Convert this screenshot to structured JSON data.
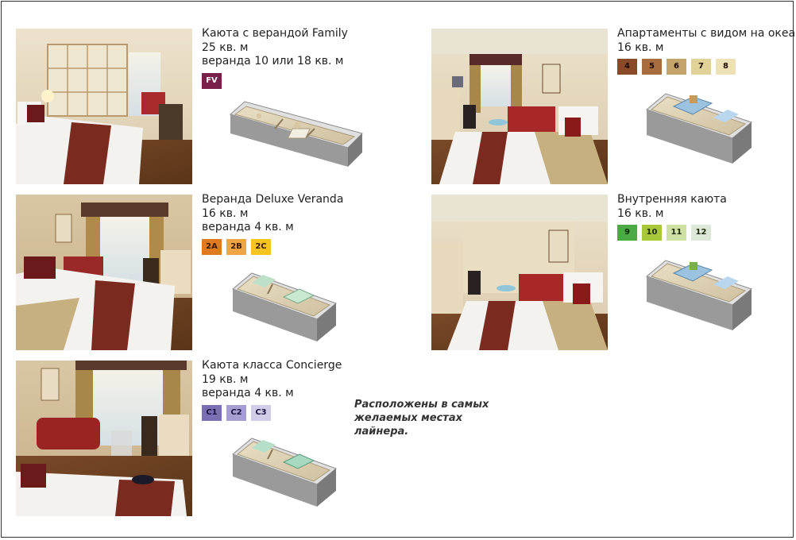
{
  "cabins": [
    {
      "id": "family",
      "title": "Каюта с верандой Family",
      "area": "25 кв. м",
      "veranda": "веранда 10 или 18 кв. м",
      "categories": [
        {
          "code": "FV",
          "bg": "#7a1f4a",
          "fg": "#ffffff"
        }
      ]
    },
    {
      "id": "deluxe",
      "title": "Веранда Deluxe Veranda",
      "area": "16 кв. м",
      "veranda": "веранда 4 кв. м",
      "categories": [
        {
          "code": "2A",
          "bg": "#e07a1e",
          "fg": "#3a1a00"
        },
        {
          "code": "2B",
          "bg": "#f0a443",
          "fg": "#3a1a00"
        },
        {
          "code": "2C",
          "bg": "#f6c41e",
          "fg": "#3a1a00"
        }
      ]
    },
    {
      "id": "concierge",
      "title": "Каюта класса Concierge",
      "area": "19 кв. м",
      "veranda": "веранда 4 кв. м",
      "categories": [
        {
          "code": "C1",
          "bg": "#7a6fb5",
          "fg": "#1a1440"
        },
        {
          "code": "C2",
          "bg": "#a69ed0",
          "fg": "#1a1440"
        },
        {
          "code": "C3",
          "bg": "#d1cde8",
          "fg": "#1a1440"
        }
      ]
    },
    {
      "id": "oceanview",
      "title": "Апартаменты с видом на океан",
      "area": "16 кв. м",
      "veranda": "",
      "categories": [
        {
          "code": "4",
          "bg": "#8a4a2a",
          "fg": "#1a0a00"
        },
        {
          "code": "5",
          "bg": "#a86d3f",
          "fg": "#1a0a00"
        },
        {
          "code": "6",
          "bg": "#c3a46b",
          "fg": "#1a0a00"
        },
        {
          "code": "7",
          "bg": "#e1d29a",
          "fg": "#1a0a00"
        },
        {
          "code": "8",
          "bg": "#ece2b5",
          "fg": "#1a0a00"
        }
      ]
    },
    {
      "id": "inside",
      "title": "Внутренняя каюта",
      "area": "16 кв. м",
      "veranda": "",
      "categories": [
        {
          "code": "9",
          "bg": "#4caa45",
          "fg": "#0a2a05"
        },
        {
          "code": "10",
          "bg": "#a8c83a",
          "fg": "#1a2a05"
        },
        {
          "code": "11",
          "bg": "#cfe0a5",
          "fg": "#1a2a05"
        },
        {
          "code": "12",
          "bg": "#dde8d8",
          "fg": "#1a2a05"
        }
      ]
    }
  ],
  "note": "Расположены в самых желаемых местах лайнера."
}
